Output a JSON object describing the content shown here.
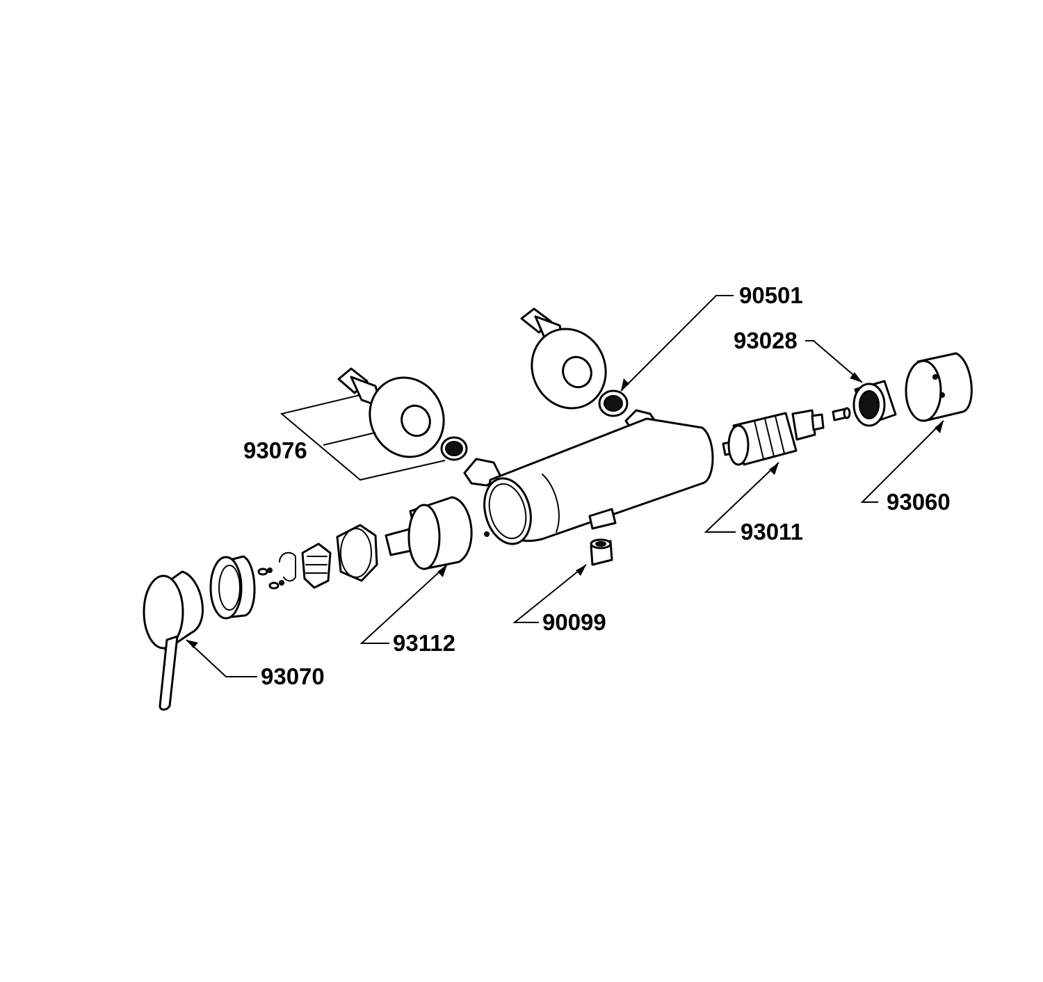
{
  "diagram": {
    "callouts": [
      {
        "id": "90501",
        "label": "90501"
      },
      {
        "id": "93028",
        "label": "93028"
      },
      {
        "id": "93076",
        "label": "93076"
      },
      {
        "id": "93060",
        "label": "93060"
      },
      {
        "id": "93011",
        "label": "93011"
      },
      {
        "id": "90099",
        "label": "90099"
      },
      {
        "id": "93112",
        "label": "93112"
      },
      {
        "id": "93070",
        "label": "93070"
      }
    ]
  }
}
